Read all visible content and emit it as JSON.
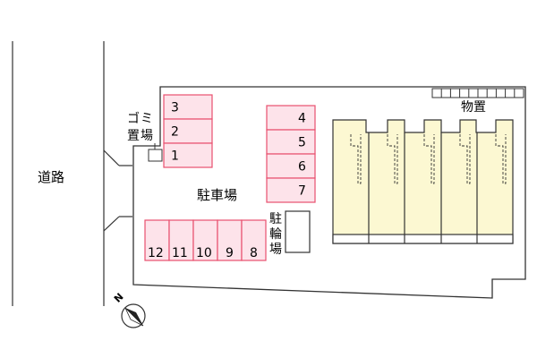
{
  "labels": {
    "road": "道路",
    "garbage": "ゴミ置場",
    "parking": "駐車場",
    "bicycle_parking": "駐輪場",
    "storage": "物置"
  },
  "parking_spaces": {
    "left_column": [
      "3",
      "2",
      "1"
    ],
    "right_column": [
      "4",
      "5",
      "6",
      "7"
    ],
    "bottom_row": [
      "12",
      "11",
      "10",
      "9",
      "8"
    ]
  },
  "colors": {
    "parking_fill": "#fde3ea",
    "parking_stroke": "#e8506e",
    "building_fill": "#fcf8d2",
    "outline": "#333333"
  },
  "compass": {
    "letter": "N",
    "icon": "north-arrow-icon"
  }
}
